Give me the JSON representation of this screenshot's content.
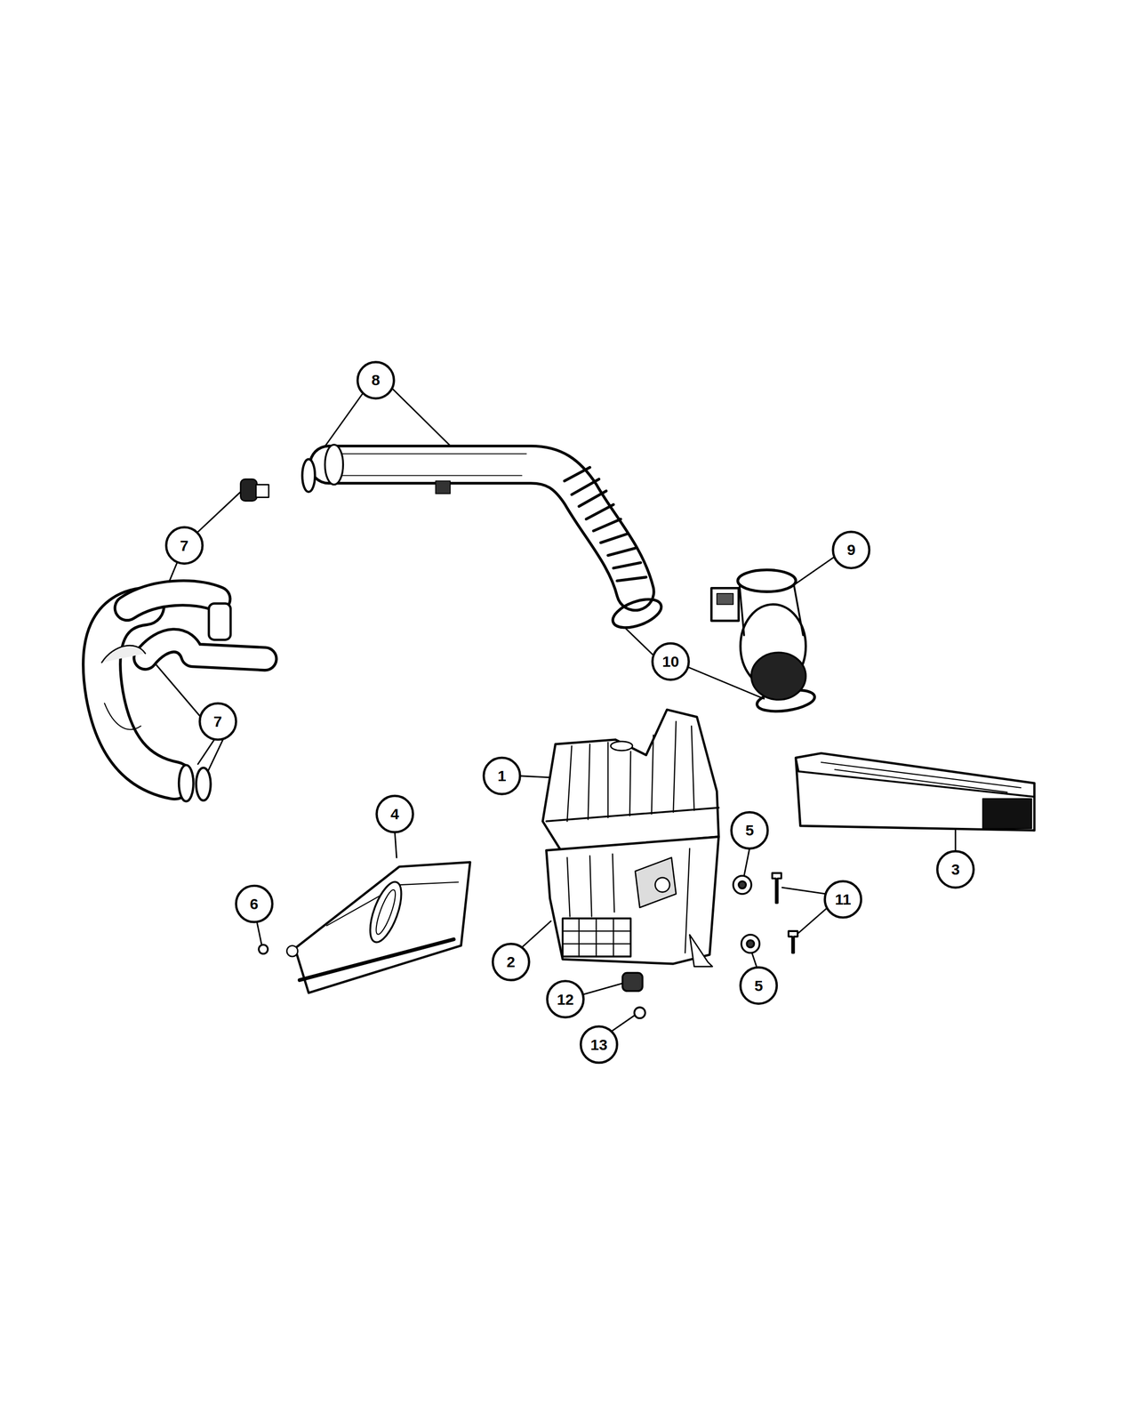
{
  "diagram": {
    "labels": [
      "8",
      "7",
      "9",
      "10",
      "7",
      "1",
      "4",
      "3",
      "5",
      "11",
      "6",
      "2",
      "5",
      "12",
      "13"
    ]
  }
}
